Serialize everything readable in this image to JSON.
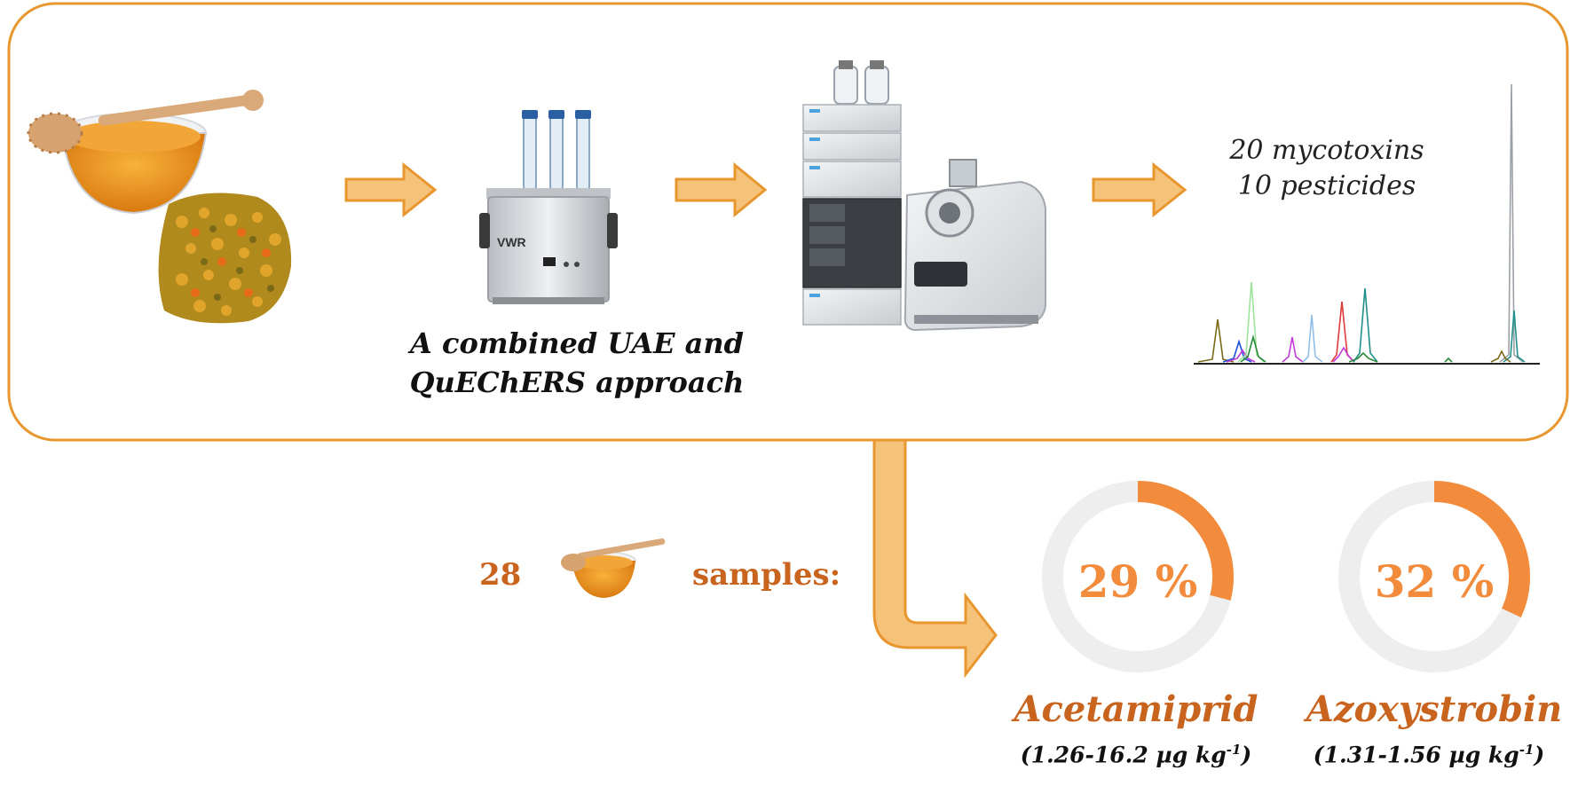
{
  "workflow": {
    "analytes": {
      "line1": "20 mycotoxins",
      "line2": "10 pesticides"
    },
    "method": {
      "line1": "A combined UAE and",
      "line2": "QuEChERS approach"
    }
  },
  "results": {
    "sample_count": "28",
    "samples_label": "samples:",
    "pesticides": [
      {
        "percent_label": "29 %",
        "percent": 29,
        "name": "Acetamiprid",
        "range": "(1.26-16.2 µg kg",
        "unit_exp": "-1",
        "range_close": ")"
      },
      {
        "percent_label": "32 %",
        "percent": 32,
        "name": "Azoxystrobin",
        "range": "(1.31-1.56 µg kg",
        "unit_exp": "-1",
        "range_close": ")"
      }
    ]
  },
  "colors": {
    "frame": "#e8962e",
    "arrow_fill": "#f5c27a",
    "arrow_stroke": "#e8962e",
    "accent_text": "#c8641e",
    "ring_fill": "#f28c3c",
    "ring_track": "#eeeeee"
  },
  "icons": [
    "honey-bowl-icon",
    "bee-pollen-icon",
    "ultrasonic-bath-icon",
    "lc-ms-instrument-icon",
    "chromatogram-icon",
    "donut-chart-icon"
  ]
}
